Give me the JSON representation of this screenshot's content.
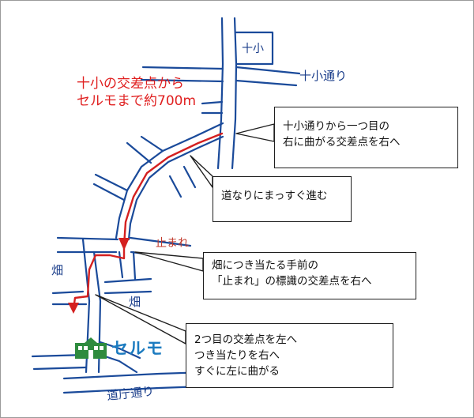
{
  "map": {
    "title_lines": [
      "十小の交差点から",
      "セルモまで約700m"
    ],
    "callouts": [
      {
        "lines": [
          "十小通りから一つ目の",
          "右に曲がる交差点を右へ"
        ]
      },
      {
        "lines": [
          "道なりにまっすぐ進む"
        ]
      },
      {
        "lines": [
          "畑につき当たる手前の",
          "「止まれ」の標識の交差点を右へ"
        ]
      },
      {
        "lines": [
          "2つ目の交差点を左へ",
          "つき当たりを右へ",
          "すぐに左に曲がる"
        ]
      }
    ],
    "handwritten": {
      "school_label": "十小",
      "main_street": "十小通り",
      "stop_sign": "止まれ",
      "field_1": "畑",
      "field_2": "畑",
      "bottom_street": "道庁通り"
    },
    "brand": {
      "name": "セルモ",
      "icon": "school-building-icon"
    },
    "colors": {
      "route": "#d42020",
      "roads": "#1a4a9a",
      "brand": "#1b7bc0",
      "logo_icon": "#2e8b3e"
    }
  }
}
